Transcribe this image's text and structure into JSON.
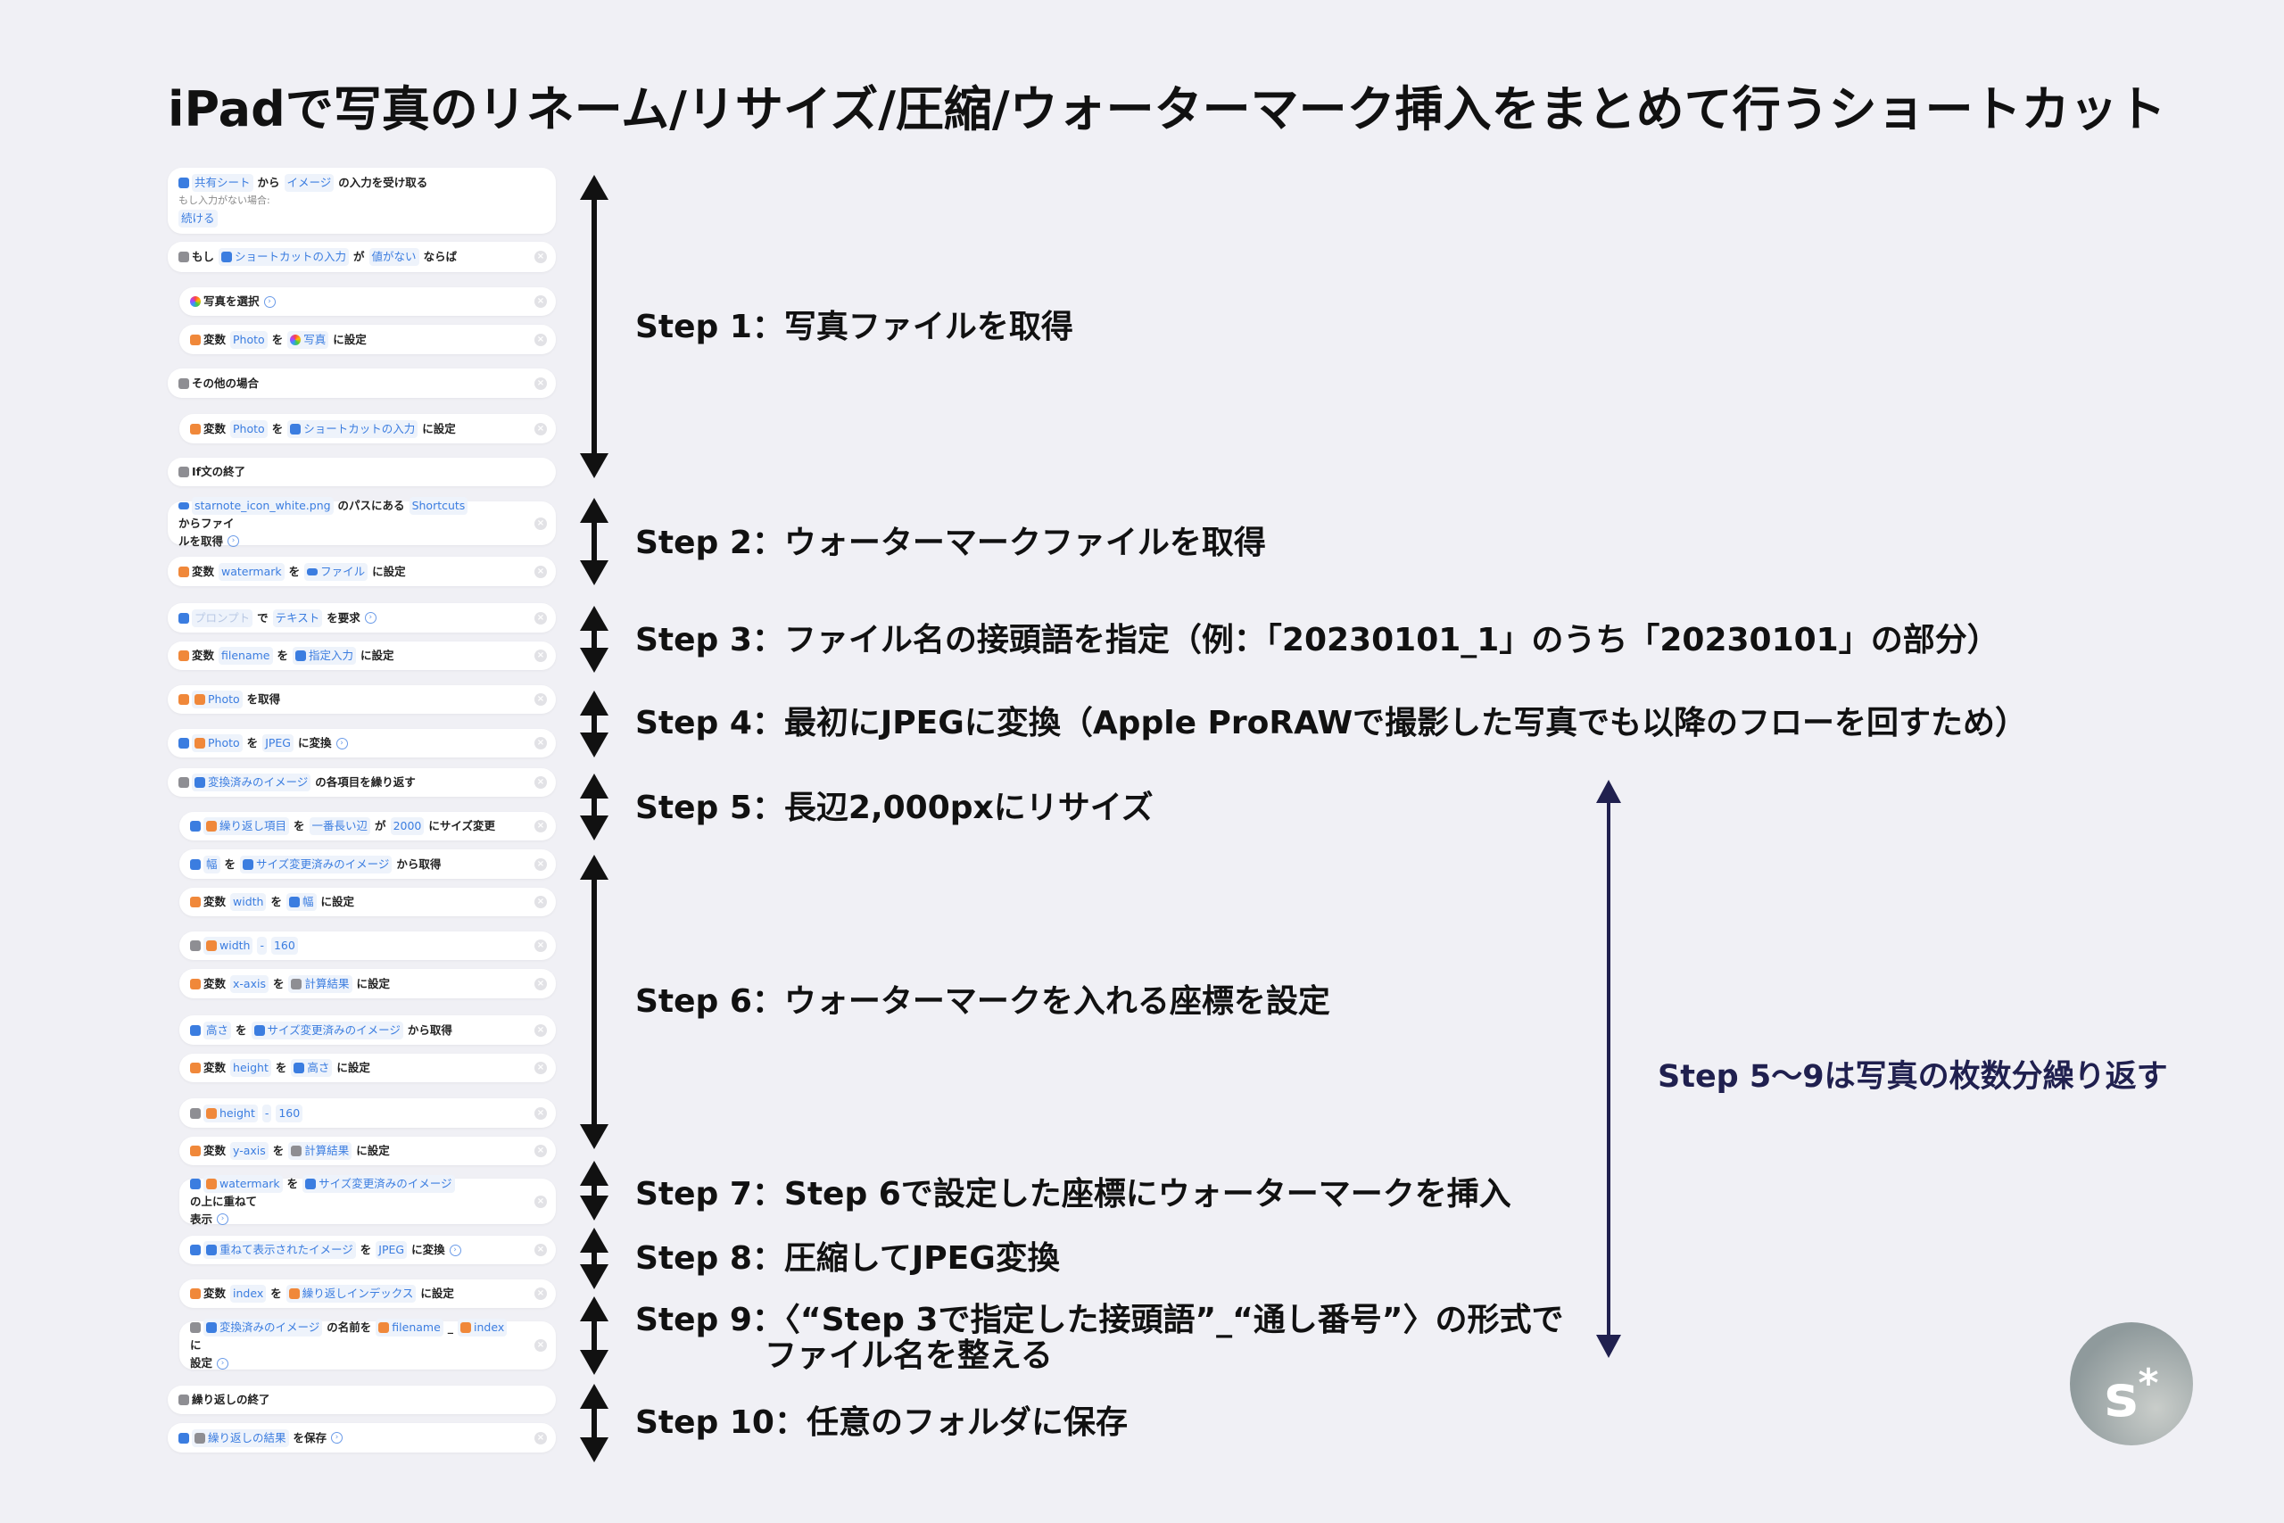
{
  "title": "iPadで写真のリネーム/リサイズ/圧縮/ウォーターマーク挿入をまとめて行うショートカット",
  "cards": [
    {
      "closable": false,
      "segments": [
        {
          "icon": "share-input-icon",
          "c": "blue"
        },
        {
          "tok": "共有シート"
        },
        {
          "txt": "から"
        },
        {
          "tok": "イメージ"
        },
        {
          "txt": "の入力を受け取る"
        },
        {
          "small": "もし入力がない場合:"
        },
        {
          "tok": "続ける"
        }
      ]
    },
    {
      "closable": true,
      "segments": [
        {
          "icon": "if-icon",
          "c": "gray"
        },
        {
          "txt": "もし"
        },
        {
          "tok": "ショートカットの入力",
          "icon": "share-input-icon",
          "c": "blue"
        },
        {
          "txt": "が"
        },
        {
          "tok": "値がない"
        },
        {
          "txt": "ならば"
        }
      ]
    },
    {
      "closable": true,
      "segments": [
        {
          "icon": "photos-icon",
          "c": "photos"
        },
        {
          "txt": "写真を選択"
        },
        {
          "chev": "›"
        }
      ]
    },
    {
      "closable": true,
      "segments": [
        {
          "icon": "variable-icon",
          "c": "orange"
        },
        {
          "txt": "変数"
        },
        {
          "tok": "Photo"
        },
        {
          "txt": "を"
        },
        {
          "tok": "写真",
          "icon": "photos-icon",
          "c": "photos"
        },
        {
          "txt": "に設定"
        }
      ]
    },
    {
      "closable": true,
      "segments": [
        {
          "icon": "if-icon",
          "c": "gray"
        },
        {
          "txt": "その他の場合"
        }
      ]
    },
    {
      "closable": true,
      "segments": [
        {
          "icon": "variable-icon",
          "c": "orange"
        },
        {
          "txt": "変数"
        },
        {
          "tok": "Photo"
        },
        {
          "txt": "を"
        },
        {
          "tok": "ショートカットの入力",
          "icon": "share-input-icon",
          "c": "blue"
        },
        {
          "txt": "に設定"
        }
      ]
    },
    {
      "closable": false,
      "segments": [
        {
          "icon": "if-icon",
          "c": "gray"
        },
        {
          "txt": "If文の終了"
        }
      ]
    },
    {
      "closable": true,
      "segments": [
        {
          "icon": "folder-icon",
          "c": "folder"
        },
        {
          "tok": "starnote_icon_white.png"
        },
        {
          "txt": "のパスにある"
        },
        {
          "tok": "Shortcuts"
        },
        {
          "txt": "からファイ"
        },
        {
          "br": true
        },
        {
          "txt": "ルを取得"
        },
        {
          "chev": "›"
        }
      ]
    },
    {
      "closable": true,
      "segments": [
        {
          "icon": "variable-icon",
          "c": "orange"
        },
        {
          "txt": "変数"
        },
        {
          "tok": "watermark"
        },
        {
          "txt": "を"
        },
        {
          "tok": "ファイル",
          "icon": "folder-icon",
          "c": "folder"
        },
        {
          "txt": "に設定"
        }
      ]
    },
    {
      "closable": true,
      "segments": [
        {
          "icon": "ask-input-icon",
          "c": "blue"
        },
        {
          "tok": "プロンプト",
          "faded": true
        },
        {
          "txt": "で"
        },
        {
          "tok": "テキスト"
        },
        {
          "txt": "を要求"
        },
        {
          "chev": "›"
        }
      ]
    },
    {
      "closable": true,
      "segments": [
        {
          "icon": "variable-icon",
          "c": "orange"
        },
        {
          "txt": "変数"
        },
        {
          "tok": "filename"
        },
        {
          "txt": "を"
        },
        {
          "tok": "指定入力",
          "icon": "ask-input-icon",
          "c": "blue"
        },
        {
          "txt": "に設定"
        }
      ]
    },
    {
      "closable": true,
      "segments": [
        {
          "icon": "variable-icon",
          "c": "orange"
        },
        {
          "tok": "Photo",
          "icon": "variable-icon",
          "c": "orange"
        },
        {
          "txt": "を取得"
        }
      ]
    },
    {
      "closable": true,
      "segments": [
        {
          "icon": "image-icon",
          "c": "blue"
        },
        {
          "tok": "Photo",
          "icon": "variable-icon",
          "c": "orange"
        },
        {
          "txt": "を"
        },
        {
          "tok": "JPEG"
        },
        {
          "txt": "に変換"
        },
        {
          "chev": "›"
        }
      ]
    },
    {
      "closable": true,
      "segments": [
        {
          "icon": "repeat-icon",
          "c": "gray"
        },
        {
          "tok": "変換済みのイメージ",
          "icon": "image-icon",
          "c": "blue"
        },
        {
          "txt": "の各項目を繰り返す"
        }
      ]
    },
    {
      "closable": true,
      "segments": [
        {
          "icon": "resize-icon",
          "c": "blue"
        },
        {
          "tok": "繰り返し項目",
          "icon": "variable-icon",
          "c": "orange"
        },
        {
          "txt": "を"
        },
        {
          "tok": "一番長い辺"
        },
        {
          "txt": "が"
        },
        {
          "tok": "2000"
        },
        {
          "txt": "にサイズ変更"
        }
      ]
    },
    {
      "closable": true,
      "segments": [
        {
          "icon": "image-details-icon",
          "c": "blue"
        },
        {
          "tok": "幅"
        },
        {
          "txt": "を"
        },
        {
          "tok": "サイズ変更済みのイメージ",
          "icon": "resize-icon",
          "c": "blue"
        },
        {
          "txt": "から取得"
        }
      ]
    },
    {
      "closable": true,
      "segments": [
        {
          "icon": "variable-icon",
          "c": "orange"
        },
        {
          "txt": "変数"
        },
        {
          "tok": "width"
        },
        {
          "txt": "を"
        },
        {
          "tok": "幅",
          "icon": "image-details-icon",
          "c": "blue"
        },
        {
          "txt": "に設定"
        }
      ]
    },
    {
      "closable": true,
      "segments": [
        {
          "icon": "calculator-icon",
          "c": "gray"
        },
        {
          "tok": "width",
          "icon": "variable-icon",
          "c": "orange"
        },
        {
          "tok": "-"
        },
        {
          "tok": "160"
        }
      ]
    },
    {
      "closable": true,
      "segments": [
        {
          "icon": "variable-icon",
          "c": "orange"
        },
        {
          "txt": "変数"
        },
        {
          "tok": "x-axis"
        },
        {
          "txt": "を"
        },
        {
          "tok": "計算結果",
          "icon": "calculator-icon",
          "c": "gray"
        },
        {
          "txt": "に設定"
        }
      ]
    },
    {
      "closable": true,
      "segments": [
        {
          "icon": "image-details-icon",
          "c": "blue"
        },
        {
          "tok": "高さ"
        },
        {
          "txt": "を"
        },
        {
          "tok": "サイズ変更済みのイメージ",
          "icon": "resize-icon",
          "c": "blue"
        },
        {
          "txt": "から取得"
        }
      ]
    },
    {
      "closable": true,
      "segments": [
        {
          "icon": "variable-icon",
          "c": "orange"
        },
        {
          "txt": "変数"
        },
        {
          "tok": "height"
        },
        {
          "txt": "を"
        },
        {
          "tok": "高さ",
          "icon": "image-details-icon",
          "c": "blue"
        },
        {
          "txt": "に設定"
        }
      ]
    },
    {
      "closable": true,
      "segments": [
        {
          "icon": "calculator-icon",
          "c": "gray"
        },
        {
          "tok": "height",
          "icon": "variable-icon",
          "c": "orange"
        },
        {
          "tok": "-"
        },
        {
          "tok": "160"
        }
      ]
    },
    {
      "closable": true,
      "segments": [
        {
          "icon": "variable-icon",
          "c": "orange"
        },
        {
          "txt": "変数"
        },
        {
          "tok": "y-axis"
        },
        {
          "txt": "を"
        },
        {
          "tok": "計算結果",
          "icon": "calculator-icon",
          "c": "gray"
        },
        {
          "txt": "に設定"
        }
      ]
    },
    {
      "closable": true,
      "segments": [
        {
          "icon": "overlay-icon",
          "c": "blue"
        },
        {
          "tok": "watermark",
          "icon": "variable-icon",
          "c": "orange"
        },
        {
          "txt": "を"
        },
        {
          "tok": "サイズ変更済みのイメージ",
          "icon": "resize-icon",
          "c": "blue"
        },
        {
          "txt": "の上に重ねて"
        },
        {
          "br": true
        },
        {
          "txt": "表示"
        },
        {
          "chev": "›"
        }
      ]
    },
    {
      "closable": true,
      "segments": [
        {
          "icon": "image-icon",
          "c": "blue"
        },
        {
          "tok": "重ねて表示されたイメージ",
          "icon": "overlay-icon",
          "c": "blue"
        },
        {
          "txt": "を"
        },
        {
          "tok": "JPEG"
        },
        {
          "txt": "に変換"
        },
        {
          "chev": "›"
        }
      ]
    },
    {
      "closable": true,
      "segments": [
        {
          "icon": "variable-icon",
          "c": "orange"
        },
        {
          "txt": "変数"
        },
        {
          "tok": "index"
        },
        {
          "txt": "を"
        },
        {
          "tok": "繰り返しインデックス",
          "icon": "variable-icon",
          "c": "orange"
        },
        {
          "txt": "に設定"
        }
      ]
    },
    {
      "closable": true,
      "segments": [
        {
          "icon": "rename-icon",
          "c": "gray"
        },
        {
          "tok": "変換済みのイメージ",
          "icon": "image-icon",
          "c": "blue"
        },
        {
          "txt": "の名前を"
        },
        {
          "tok": "filename",
          "icon": "variable-icon",
          "c": "orange"
        },
        {
          "txt": "_"
        },
        {
          "tok": "index",
          "icon": "variable-icon",
          "c": "orange"
        },
        {
          "txt": "に"
        },
        {
          "br": true
        },
        {
          "txt": "設定"
        },
        {
          "chev": "›"
        }
      ]
    },
    {
      "closable": false,
      "segments": [
        {
          "icon": "repeat-icon",
          "c": "gray"
        },
        {
          "txt": "繰り返しの終了"
        }
      ]
    },
    {
      "closable": true,
      "segments": [
        {
          "icon": "save-icon",
          "c": "blue"
        },
        {
          "tok": "繰り返しの結果",
          "icon": "repeat-icon",
          "c": "gray"
        },
        {
          "txt": "を保存"
        },
        {
          "chev": "›"
        }
      ]
    }
  ],
  "steps": [
    {
      "label": "Step 1：写真ファイルを取得"
    },
    {
      "label": "Step 2：ウォーターマークファイルを取得"
    },
    {
      "label": "Step 3：ファイル名の接頭語を指定（例：「20230101_1」のうち「20230101」の部分）"
    },
    {
      "label": "Step 4：最初にJPEGに変換（Apple ProRAWで撮影した写真でも以降のフローを回すため）"
    },
    {
      "label": "Step 5：長辺2,000pxにリサイズ"
    },
    {
      "label": "Step 6：ウォーターマークを入れる座標を設定"
    },
    {
      "label": "Step 7：Step 6で設定した座標にウォーターマークを挿入"
    },
    {
      "label": "Step 8：圧縮してJPEG変換"
    },
    {
      "label": "Step 9：〈“Step 3で指定した接頭語”_“通し番号”〉の形式で",
      "label2": "ファイル名を整える"
    },
    {
      "label": "Step 10：任意のフォルダに保存"
    }
  ],
  "loop_note": "Step 5〜9は写真の枚数分繰り返す",
  "logo": {
    "letter": "s",
    "mark": "*"
  },
  "colors": {
    "background": "#f0f0f5",
    "accent": "#3b7de0",
    "navy": "#20204f",
    "variable": "#f0883a"
  }
}
